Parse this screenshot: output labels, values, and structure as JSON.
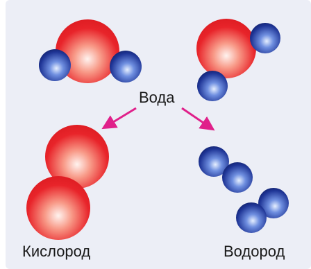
{
  "labels": {
    "center": "Вода",
    "left": "Кислород",
    "right": "Водород"
  },
  "colors": {
    "background": "#eceef6",
    "oxygen_outer": "#e8242a",
    "oxygen_inner": "#fde4dc",
    "hydrogen_outer": "#1a2f8c",
    "hydrogen_inner": "#cfe0ff",
    "arrow": "#e0208a"
  }
}
